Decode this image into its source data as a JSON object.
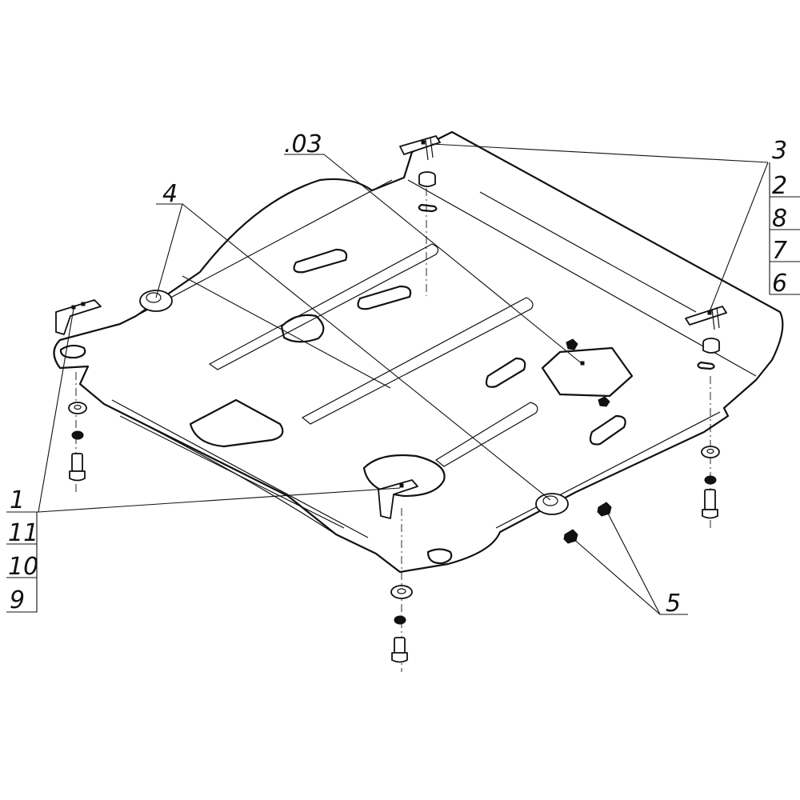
{
  "callouts": {
    "plate_ref": ".03",
    "bracket_ref": "3",
    "rear_stack": [
      "2",
      "8",
      "7",
      "6"
    ],
    "bushing_ref": "4",
    "front_stack": [
      "1",
      "11",
      "10",
      "9"
    ],
    "bolt_ref": "5"
  }
}
